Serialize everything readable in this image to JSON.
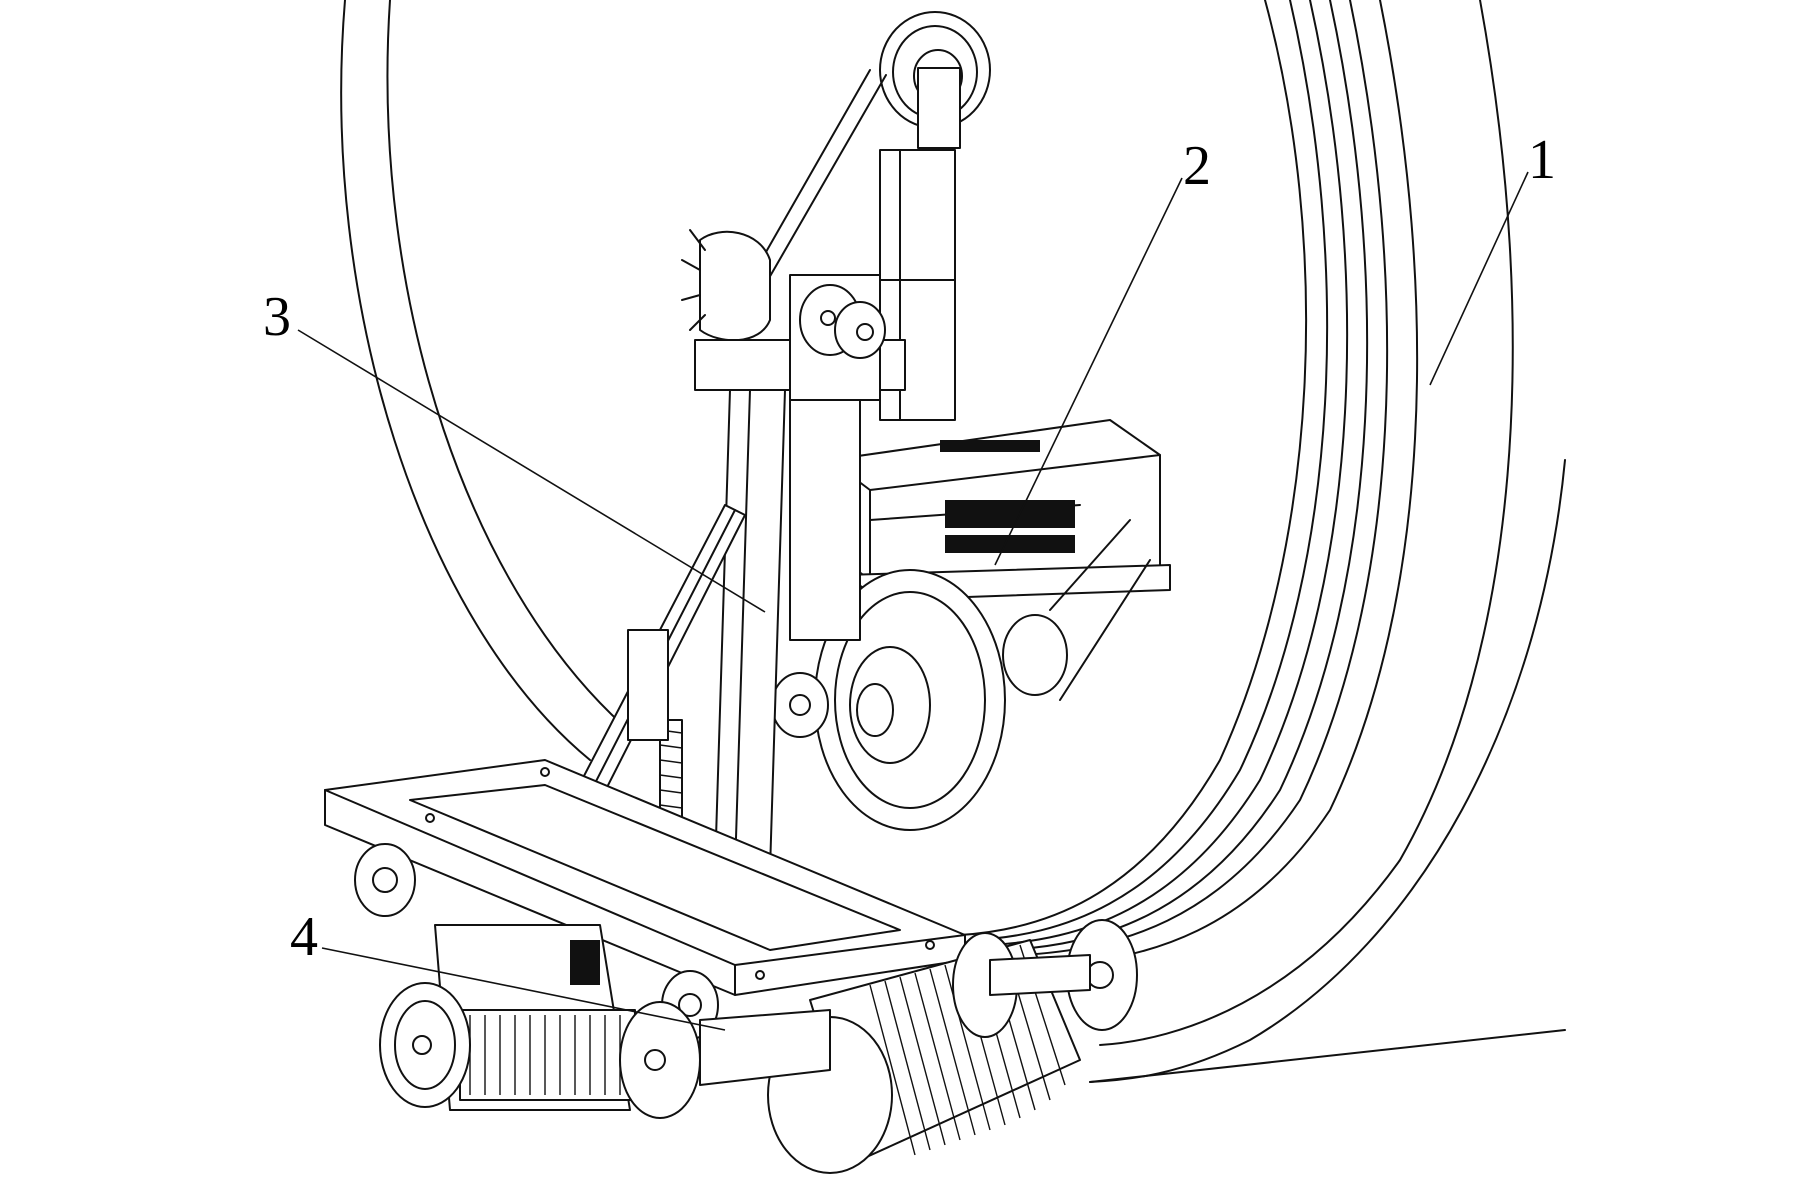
{
  "callouts": [
    {
      "id": "1",
      "text": "1"
    },
    {
      "id": "2",
      "text": "2"
    },
    {
      "id": "3",
      "text": "3"
    },
    {
      "id": "4",
      "text": "4"
    }
  ]
}
